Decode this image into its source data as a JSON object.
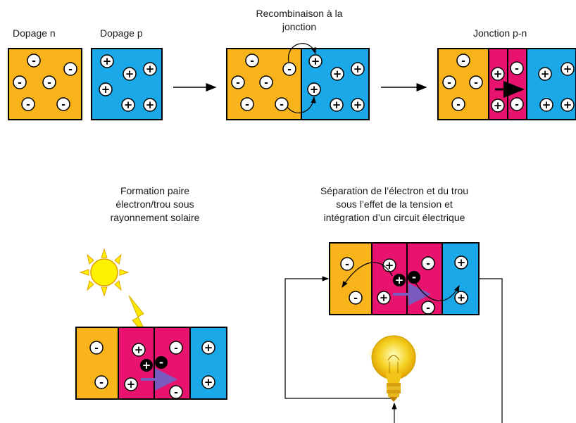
{
  "labels": {
    "dopage_n": "Dopage n",
    "dopage_p": "Dopage p",
    "recombinaison": [
      "Recombinaison à la",
      "jonction"
    ],
    "jonction": "Jonction p-n",
    "formation": [
      "Formation paire",
      "électron/trou sous",
      "rayonnement solaire"
    ],
    "separation": [
      "Séparation de l’électron et du trou",
      "sous l’effet de la tension et",
      "intégration d’un circuit électrique"
    ]
  },
  "signs": {
    "minus": "-",
    "plus": "+"
  },
  "colors": {
    "n_region": "#f9b31b",
    "p_region": "#1aa8e8",
    "depletion": "#e8136e",
    "sun": "#fff200",
    "lightning": "#ffe800",
    "arrow": "#7a5cc0",
    "bulb": "#f5d020"
  },
  "icons": [
    "sun-icon",
    "lightning-icon",
    "light-bulb-icon"
  ]
}
